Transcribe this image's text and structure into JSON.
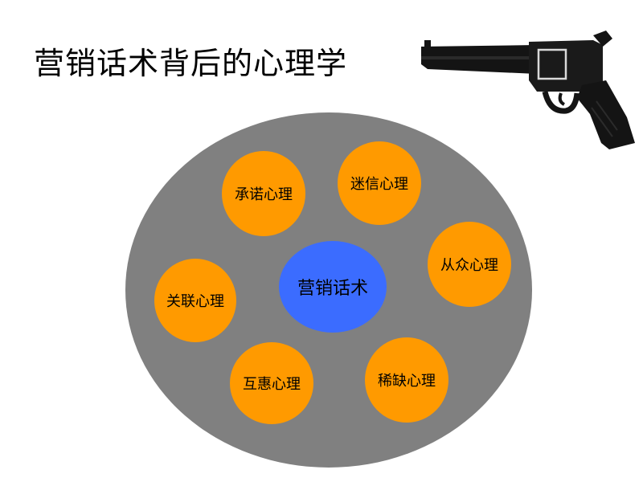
{
  "slide": {
    "title": "营销话术背后的心理学"
  },
  "diagram": {
    "center": {
      "label": "营销话术",
      "color": "#3b6cff"
    },
    "outer_color": "#808080",
    "node_color": "#ff9a00",
    "nodes": [
      {
        "label": "承诺心理"
      },
      {
        "label": "迷信心理"
      },
      {
        "label": "从众心理"
      },
      {
        "label": "关联心理"
      },
      {
        "label": "互惠心理"
      },
      {
        "label": "稀缺心理"
      }
    ]
  },
  "image": {
    "icon": "revolver-icon"
  }
}
